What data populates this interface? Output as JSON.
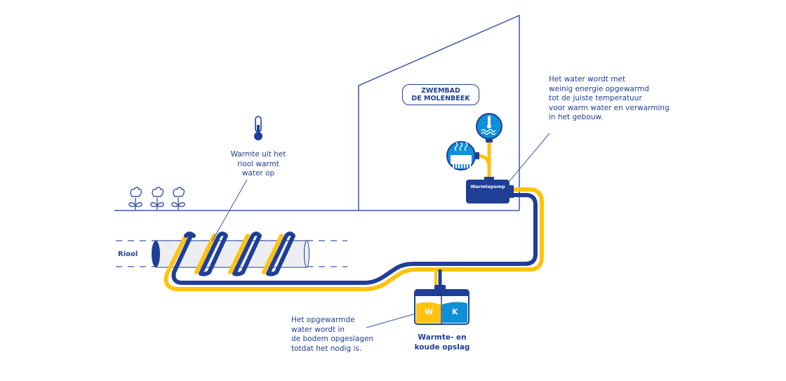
{
  "title": "Warmte uit het riool - Zwembad De Molenbeek",
  "colors": {
    "navy": "#1f3f97",
    "yellow": "#ffc20e",
    "light_blue": "#0f8fd6",
    "pipe_grey": "#eceef2",
    "line": "#3a56a8"
  },
  "labels": {
    "sewer": "Riool",
    "sewer_heat": "Warmte uit het\nriool warmt\nwater op",
    "building_name": "ZWEMBAD\nDE MOLENBEEK",
    "heat_pump": "Warmtepomp",
    "heat_pump_note": "Het water wordt met\nweinig energie opgewarmd\ntot de juiste temperatuur\nvoor warm water en verwarming\nin het gebouw.",
    "storage_note": "Het opgewarmde\nwater wordt in\nde bodem opgeslagen\ntotdat het nodig is.",
    "storage_title": "Warmte- en\nkoude opslag",
    "tank_warm": "W",
    "tank_cold": "K"
  },
  "icons": {
    "thermometer": "thermometer-icon",
    "flowers": "flower-icon",
    "hot_water": "hot-water-icon",
    "radiator": "radiator-heating-icon"
  }
}
